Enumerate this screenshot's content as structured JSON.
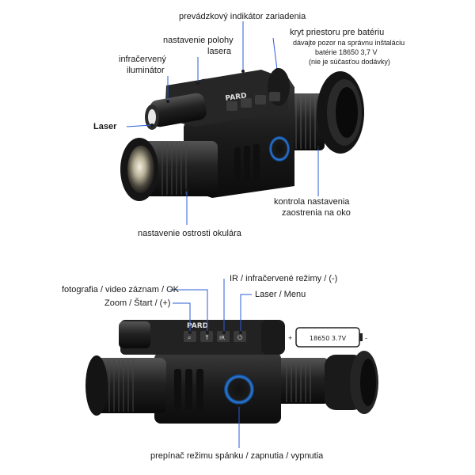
{
  "top": {
    "indicator": "prevádzkový indikátor zariadenia",
    "laser_pos_1": "nastavenie polohy",
    "laser_pos_2": "lasera",
    "battery_cover": "kryt priestoru pre batériu",
    "battery_note_1": "dávajte pozor na správnu inštaláciu",
    "battery_note_2": "batérie 18650 3,7 V",
    "battery_note_3": "(nie je súčasťou dodávky)",
    "ir_1": "infračervený",
    "ir_2": "iluminátor",
    "laser": "Laser",
    "diopter_1": "kontrola nastavenia",
    "diopter_2": "zaostrenia na oko",
    "focus": "nastavenie ostrosti okulára",
    "brand": "PARD"
  },
  "bottom": {
    "photo_video": "fotografia / video záznam / OK",
    "zoom": "Zoom / Štart / (+)",
    "ir_modes": "IR / infračervené režimy / (-)",
    "laser_menu": "Laser / Menu",
    "battery_label": "18650 3.7V",
    "plus": "+",
    "minus": "-",
    "sleep_power": "prepínač režimu spánku / zapnutia / vypnutia",
    "brand": "PARD",
    "btn_ir": "IR"
  },
  "colors": {
    "accent_blue": "#2a7de1",
    "line_blue": "#3a6fd8",
    "body_dark": "#1e1e1e"
  }
}
